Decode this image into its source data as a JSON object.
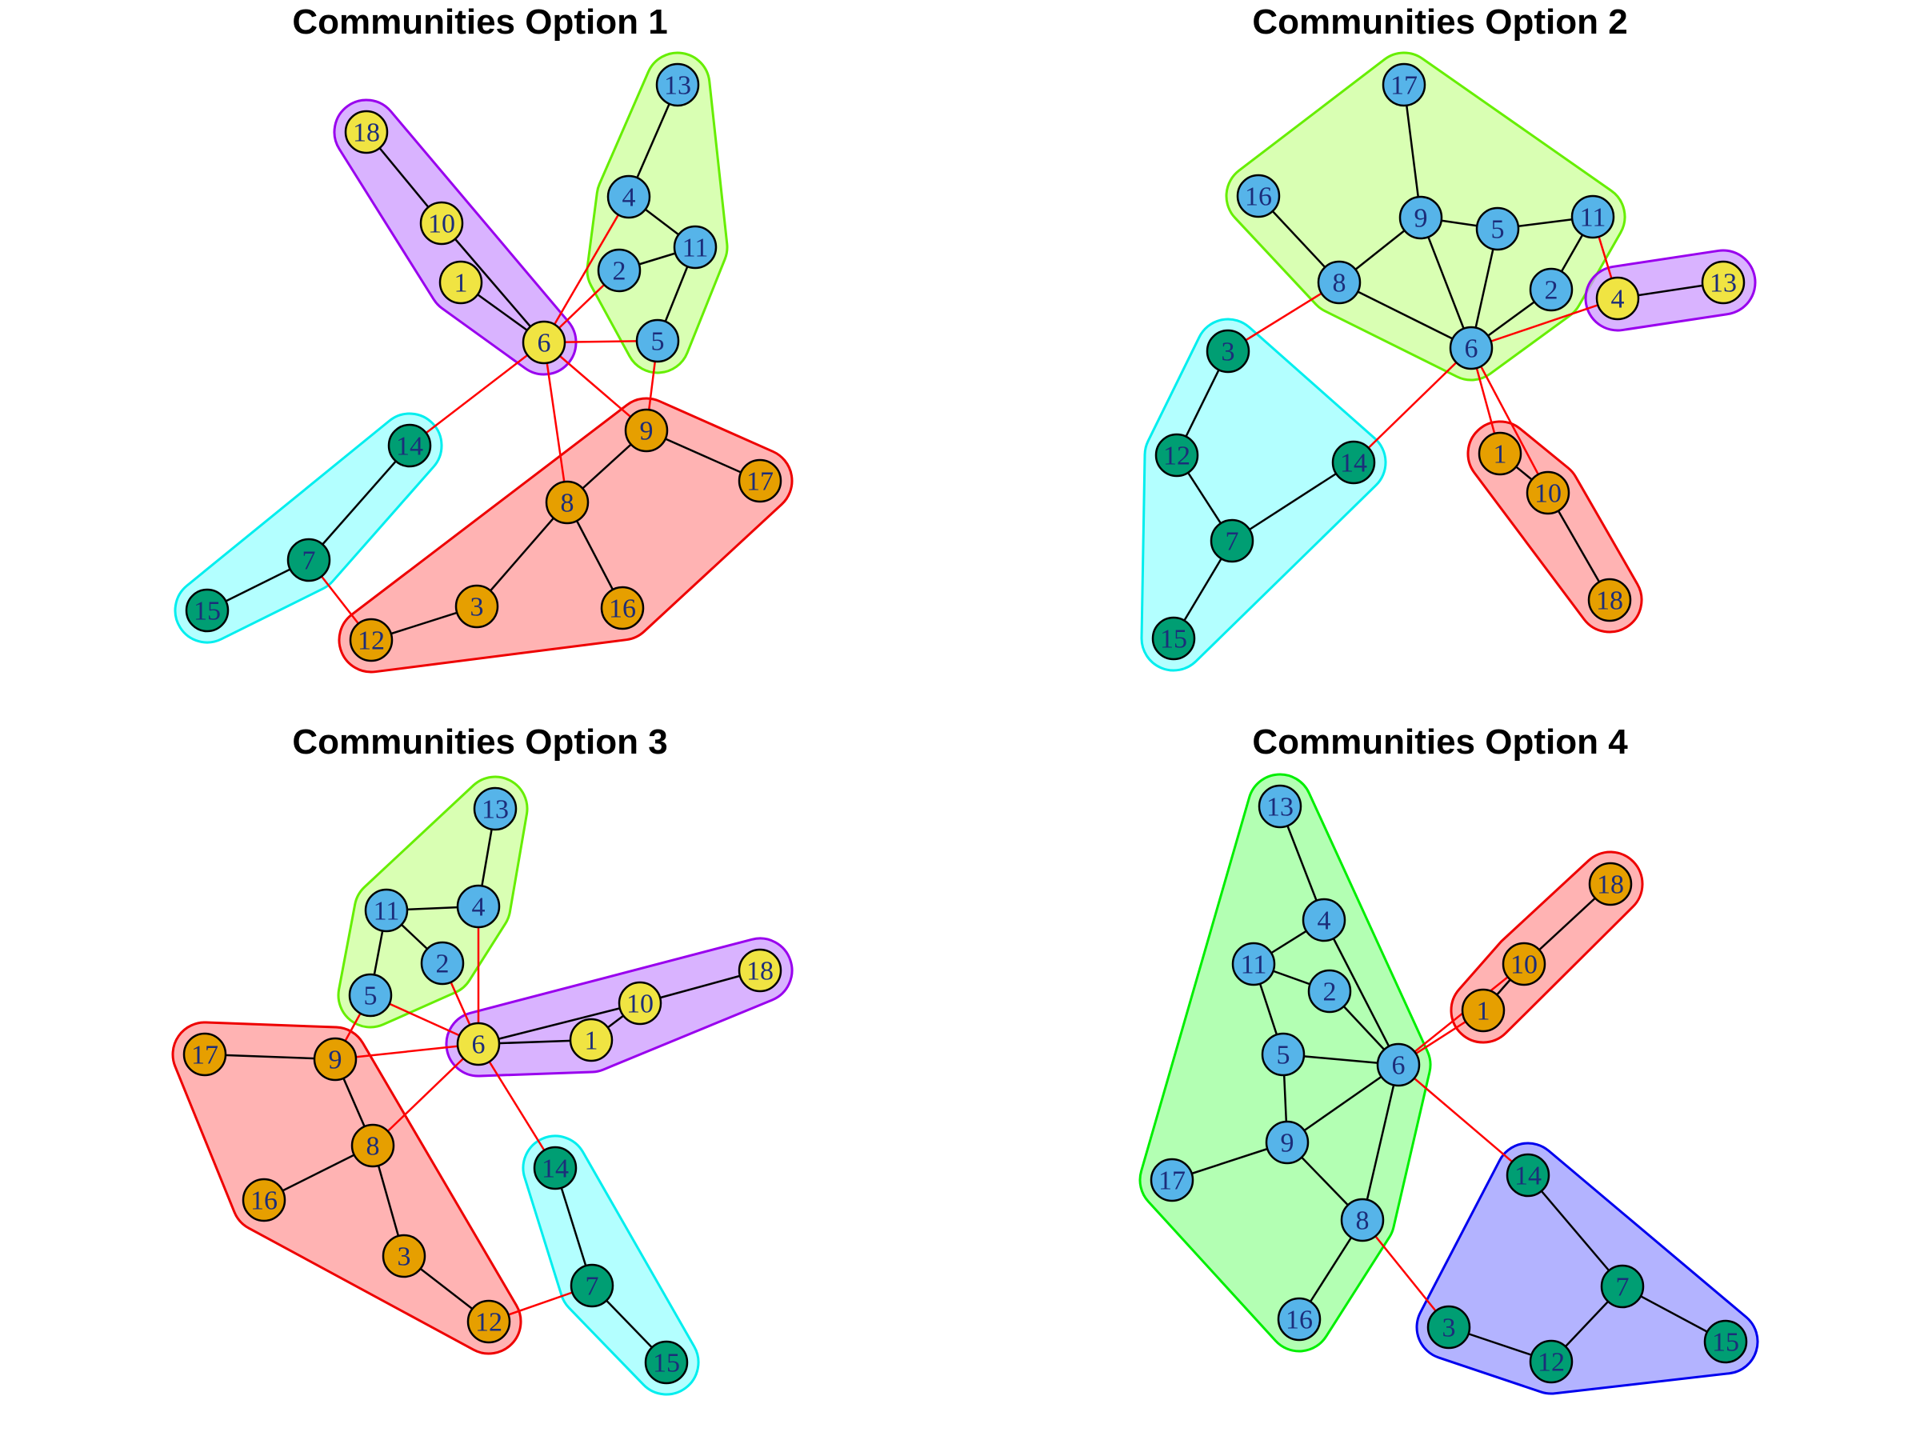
{
  "colors": {
    "blue": "#56b4e9",
    "yellow": "#f0e442",
    "orange": "#e69f00",
    "teal": "#009e73",
    "inter_edge": "#ff0000",
    "intra_edge": "#000000",
    "node_text": "#1c2d7a"
  },
  "panels": [
    {
      "title": "Communities Option 1",
      "communities": [
        {
          "fill": "#cc99ff",
          "stroke": "#9900ee",
          "members": [
            "18",
            "10",
            "1",
            "6"
          ]
        },
        {
          "fill": "#ccff99",
          "stroke": "#66ee00",
          "members": [
            "13",
            "4",
            "11",
            "2",
            "5"
          ]
        },
        {
          "fill": "#ff9999",
          "stroke": "#ee0000",
          "members": [
            "9",
            "17",
            "8",
            "16",
            "3",
            "12"
          ]
        },
        {
          "fill": "#99ffff",
          "stroke": "#00eeee",
          "members": [
            "14",
            "7",
            "15"
          ]
        }
      ],
      "nodes": [
        {
          "id": "18",
          "color": "yellow"
        },
        {
          "id": "10",
          "color": "yellow"
        },
        {
          "id": "1",
          "color": "yellow"
        },
        {
          "id": "6",
          "color": "yellow"
        },
        {
          "id": "13",
          "color": "blue"
        },
        {
          "id": "4",
          "color": "blue"
        },
        {
          "id": "11",
          "color": "blue"
        },
        {
          "id": "2",
          "color": "blue"
        },
        {
          "id": "5",
          "color": "blue"
        },
        {
          "id": "9",
          "color": "orange"
        },
        {
          "id": "17",
          "color": "orange"
        },
        {
          "id": "8",
          "color": "orange"
        },
        {
          "id": "16",
          "color": "orange"
        },
        {
          "id": "3",
          "color": "orange"
        },
        {
          "id": "12",
          "color": "orange"
        },
        {
          "id": "14",
          "color": "teal"
        },
        {
          "id": "7",
          "color": "teal"
        },
        {
          "id": "15",
          "color": "teal"
        }
      ],
      "edges": [
        [
          "18",
          "10",
          "intra"
        ],
        [
          "10",
          "6",
          "intra"
        ],
        [
          "1",
          "6",
          "intra"
        ],
        [
          "13",
          "4",
          "intra"
        ],
        [
          "4",
          "11",
          "intra"
        ],
        [
          "2",
          "11",
          "intra"
        ],
        [
          "11",
          "5",
          "intra"
        ],
        [
          "9",
          "17",
          "intra"
        ],
        [
          "9",
          "8",
          "intra"
        ],
        [
          "8",
          "3",
          "intra"
        ],
        [
          "8",
          "16",
          "intra"
        ],
        [
          "3",
          "12",
          "intra"
        ],
        [
          "14",
          "7",
          "intra"
        ],
        [
          "7",
          "15",
          "intra"
        ],
        [
          "6",
          "4",
          "inter"
        ],
        [
          "6",
          "2",
          "inter"
        ],
        [
          "6",
          "5",
          "inter"
        ],
        [
          "6",
          "9",
          "inter"
        ],
        [
          "6",
          "8",
          "inter"
        ],
        [
          "6",
          "14",
          "inter"
        ],
        [
          "5",
          "9",
          "inter"
        ],
        [
          "7",
          "12",
          "inter"
        ]
      ]
    },
    {
      "title": "Communities Option 2",
      "communities": [
        {
          "fill": "#ccff99",
          "stroke": "#66ee00",
          "members": [
            "17",
            "16",
            "9",
            "5",
            "11",
            "8",
            "2",
            "6"
          ]
        },
        {
          "fill": "#cc99ff",
          "stroke": "#9900ee",
          "members": [
            "4",
            "13"
          ]
        },
        {
          "fill": "#99ffff",
          "stroke": "#00eeee",
          "members": [
            "3",
            "12",
            "14",
            "7",
            "15"
          ]
        },
        {
          "fill": "#ff9999",
          "stroke": "#ee0000",
          "members": [
            "1",
            "10",
            "18"
          ]
        }
      ],
      "nodes": [
        {
          "id": "17",
          "color": "blue"
        },
        {
          "id": "16",
          "color": "blue"
        },
        {
          "id": "9",
          "color": "blue"
        },
        {
          "id": "5",
          "color": "blue"
        },
        {
          "id": "11",
          "color": "blue"
        },
        {
          "id": "8",
          "color": "blue"
        },
        {
          "id": "2",
          "color": "blue"
        },
        {
          "id": "6",
          "color": "blue"
        },
        {
          "id": "4",
          "color": "yellow"
        },
        {
          "id": "13",
          "color": "yellow"
        },
        {
          "id": "3",
          "color": "teal"
        },
        {
          "id": "12",
          "color": "teal"
        },
        {
          "id": "14",
          "color": "teal"
        },
        {
          "id": "7",
          "color": "teal"
        },
        {
          "id": "15",
          "color": "teal"
        },
        {
          "id": "1",
          "color": "orange"
        },
        {
          "id": "10",
          "color": "orange"
        },
        {
          "id": "18",
          "color": "orange"
        }
      ],
      "edges": [
        [
          "17",
          "9",
          "intra"
        ],
        [
          "16",
          "8",
          "intra"
        ],
        [
          "9",
          "8",
          "intra"
        ],
        [
          "9",
          "5",
          "intra"
        ],
        [
          "9",
          "6",
          "intra"
        ],
        [
          "5",
          "11",
          "intra"
        ],
        [
          "5",
          "6",
          "intra"
        ],
        [
          "11",
          "2",
          "intra"
        ],
        [
          "2",
          "6",
          "intra"
        ],
        [
          "8",
          "6",
          "intra"
        ],
        [
          "4",
          "13",
          "intra"
        ],
        [
          "3",
          "12",
          "intra"
        ],
        [
          "12",
          "7",
          "intra"
        ],
        [
          "7",
          "14",
          "intra"
        ],
        [
          "7",
          "15",
          "intra"
        ],
        [
          "1",
          "10",
          "intra"
        ],
        [
          "10",
          "18",
          "intra"
        ],
        [
          "11",
          "4",
          "inter"
        ],
        [
          "6",
          "4",
          "inter"
        ],
        [
          "8",
          "3",
          "inter"
        ],
        [
          "6",
          "14",
          "inter"
        ],
        [
          "6",
          "1",
          "inter"
        ],
        [
          "6",
          "10",
          "inter"
        ]
      ]
    },
    {
      "title": "Communities Option 3",
      "communities": [
        {
          "fill": "#ccff99",
          "stroke": "#66ee00",
          "members": [
            "13",
            "11",
            "4",
            "2",
            "5"
          ]
        },
        {
          "fill": "#cc99ff",
          "stroke": "#9900ee",
          "members": [
            "6",
            "1",
            "10",
            "18"
          ]
        },
        {
          "fill": "#ff9999",
          "stroke": "#ee0000",
          "members": [
            "17",
            "9",
            "8",
            "16",
            "3",
            "12"
          ]
        },
        {
          "fill": "#99ffff",
          "stroke": "#00eeee",
          "members": [
            "14",
            "7",
            "15"
          ]
        }
      ],
      "nodes": [
        {
          "id": "13",
          "color": "blue"
        },
        {
          "id": "11",
          "color": "blue"
        },
        {
          "id": "4",
          "color": "blue"
        },
        {
          "id": "2",
          "color": "blue"
        },
        {
          "id": "5",
          "color": "blue"
        },
        {
          "id": "6",
          "color": "yellow"
        },
        {
          "id": "1",
          "color": "yellow"
        },
        {
          "id": "10",
          "color": "yellow"
        },
        {
          "id": "18",
          "color": "yellow"
        },
        {
          "id": "17",
          "color": "orange"
        },
        {
          "id": "9",
          "color": "orange"
        },
        {
          "id": "8",
          "color": "orange"
        },
        {
          "id": "16",
          "color": "orange"
        },
        {
          "id": "3",
          "color": "orange"
        },
        {
          "id": "12",
          "color": "orange"
        },
        {
          "id": "14",
          "color": "teal"
        },
        {
          "id": "7",
          "color": "teal"
        },
        {
          "id": "15",
          "color": "teal"
        }
      ],
      "edges": [
        [
          "13",
          "4",
          "intra"
        ],
        [
          "11",
          "4",
          "intra"
        ],
        [
          "11",
          "2",
          "intra"
        ],
        [
          "11",
          "5",
          "intra"
        ],
        [
          "6",
          "10",
          "intra"
        ],
        [
          "1",
          "10",
          "intra"
        ],
        [
          "10",
          "18",
          "intra"
        ],
        [
          "6",
          "1",
          "intra"
        ],
        [
          "17",
          "9",
          "intra"
        ],
        [
          "9",
          "8",
          "intra"
        ],
        [
          "8",
          "16",
          "intra"
        ],
        [
          "8",
          "3",
          "intra"
        ],
        [
          "3",
          "12",
          "intra"
        ],
        [
          "14",
          "7",
          "intra"
        ],
        [
          "7",
          "15",
          "intra"
        ],
        [
          "4",
          "6",
          "inter"
        ],
        [
          "2",
          "6",
          "inter"
        ],
        [
          "5",
          "6",
          "inter"
        ],
        [
          "5",
          "9",
          "inter"
        ],
        [
          "9",
          "6",
          "inter"
        ],
        [
          "8",
          "6",
          "inter"
        ],
        [
          "6",
          "14",
          "inter"
        ],
        [
          "12",
          "7",
          "inter"
        ]
      ]
    },
    {
      "title": "Communities Option 4",
      "communities": [
        {
          "fill": "#99ff99",
          "stroke": "#00ee00",
          "members": [
            "13",
            "4",
            "11",
            "2",
            "5",
            "6",
            "9",
            "17",
            "8",
            "16"
          ]
        },
        {
          "fill": "#ff9999",
          "stroke": "#ee0000",
          "members": [
            "18",
            "10",
            "1"
          ]
        },
        {
          "fill": "#9999ff",
          "stroke": "#0000ee",
          "members": [
            "14",
            "7",
            "3",
            "12",
            "15"
          ]
        }
      ],
      "nodes": [
        {
          "id": "13",
          "color": "blue"
        },
        {
          "id": "4",
          "color": "blue"
        },
        {
          "id": "11",
          "color": "blue"
        },
        {
          "id": "2",
          "color": "blue"
        },
        {
          "id": "5",
          "color": "blue"
        },
        {
          "id": "6",
          "color": "blue"
        },
        {
          "id": "9",
          "color": "blue"
        },
        {
          "id": "17",
          "color": "blue"
        },
        {
          "id": "8",
          "color": "blue"
        },
        {
          "id": "16",
          "color": "blue"
        },
        {
          "id": "18",
          "color": "orange"
        },
        {
          "id": "10",
          "color": "orange"
        },
        {
          "id": "1",
          "color": "orange"
        },
        {
          "id": "14",
          "color": "teal"
        },
        {
          "id": "7",
          "color": "teal"
        },
        {
          "id": "3",
          "color": "teal"
        },
        {
          "id": "12",
          "color": "teal"
        },
        {
          "id": "15",
          "color": "teal"
        }
      ],
      "edges": [
        [
          "13",
          "4",
          "intra"
        ],
        [
          "4",
          "11",
          "intra"
        ],
        [
          "4",
          "6",
          "intra"
        ],
        [
          "11",
          "2",
          "intra"
        ],
        [
          "11",
          "5",
          "intra"
        ],
        [
          "2",
          "6",
          "intra"
        ],
        [
          "5",
          "6",
          "intra"
        ],
        [
          "5",
          "9",
          "intra"
        ],
        [
          "9",
          "6",
          "intra"
        ],
        [
          "9",
          "17",
          "intra"
        ],
        [
          "9",
          "8",
          "intra"
        ],
        [
          "6",
          "8",
          "intra"
        ],
        [
          "8",
          "16",
          "intra"
        ],
        [
          "18",
          "10",
          "intra"
        ],
        [
          "10",
          "1",
          "intra"
        ],
        [
          "14",
          "7",
          "intra"
        ],
        [
          "7",
          "12",
          "intra"
        ],
        [
          "7",
          "15",
          "intra"
        ],
        [
          "3",
          "12",
          "intra"
        ],
        [
          "6",
          "1",
          "inter"
        ],
        [
          "6",
          "10",
          "inter"
        ],
        [
          "6",
          "14",
          "inter"
        ],
        [
          "8",
          "3",
          "inter"
        ]
      ]
    }
  ]
}
